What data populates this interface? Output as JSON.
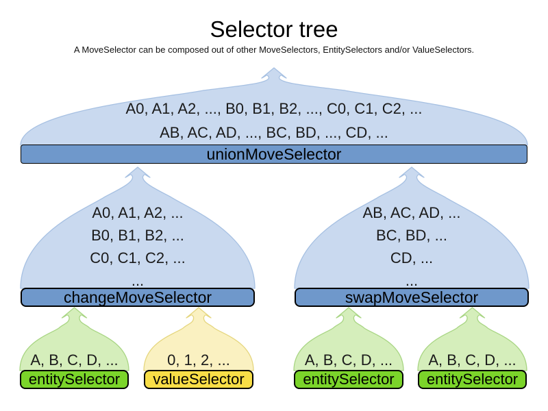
{
  "page": {
    "title": "Selector tree",
    "subtitle": "A MoveSelector can be composed out of other MoveSelectors, EntitySelectors and/or ValueSelectors."
  },
  "colors": {
    "blue_fill": "#c9d9ef",
    "blue_stroke": "#a6c0e2",
    "blue_bar": "#6f98cb",
    "green_fill": "#d5eebb",
    "green_stroke": "#a8d583",
    "green_bar": "#7bd42a",
    "yellow_fill": "#faf1c1",
    "yellow_stroke": "#e5d67e",
    "yellow_bar": "#f8de47",
    "bar_border": "#000000"
  },
  "funnels": {
    "union": {
      "lines": [
        "A0, A1, A2, ..., B0, B1, B2, ..., C0, C1, C2, ...",
        "AB, AC, AD, ..., BC, BD, ..., CD, ..."
      ],
      "label": "unionMoveSelector"
    },
    "change": {
      "lines": [
        "A0, A1, A2, ...",
        "B0, B1, B2, ...",
        "C0, C1, C2, ...",
        "..."
      ],
      "label": "changeMoveSelector"
    },
    "swap": {
      "lines": [
        "AB, AC, AD, ...",
        "BC, BD, ...",
        "CD, ...",
        "..."
      ],
      "label": "swapMoveSelector"
    },
    "entity1": {
      "lines": [
        "A, B, C, D, ..."
      ],
      "label": "entitySelector"
    },
    "value1": {
      "lines": [
        "0, 1, 2, ..."
      ],
      "label": "valueSelector"
    },
    "entity2": {
      "lines": [
        "A, B, C, D, ..."
      ],
      "label": "entitySelector"
    },
    "entity3": {
      "lines": [
        "A, B, C, D, ..."
      ],
      "label": "entitySelector"
    }
  }
}
